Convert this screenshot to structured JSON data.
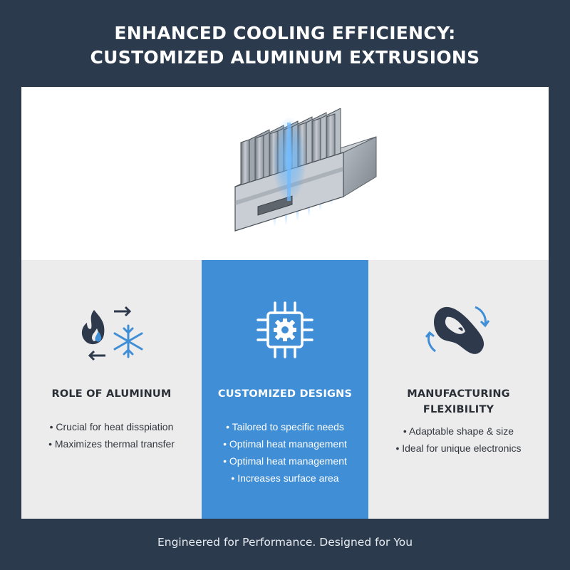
{
  "title": {
    "line1": "ENHANCED COOLING EFFICIENCY:",
    "line2": "CUSTOMIZED ALUMINUM EXTRUSIONS"
  },
  "columns": [
    {
      "heading_lines": [
        "ROLE OF ALUMINUM"
      ],
      "icon": "heat-transfer-icon",
      "bullets": [
        "Crucial for heat disspiation",
        "Maximizes thermal transfer"
      ]
    },
    {
      "heading_lines": [
        "CUSTOMIZED DESIGNS"
      ],
      "icon": "chip-gear-icon",
      "bullets": [
        "Tailored to specific needs",
        "Optimal heat management",
        "Optimal heat management",
        "Increases surface area"
      ]
    },
    {
      "heading_lines": [
        "MANUFACTURING",
        "FLEXIBILITY"
      ],
      "icon": "flexible-shape-icon",
      "bullets": [
        "Adaptable shape & size",
        "Ideal for unique electronics"
      ]
    }
  ],
  "footer": "Engineered for Performance. Designed for You",
  "colors": {
    "background": "#2b3a4d",
    "accent": "#3f8ed6",
    "panel_gray": "#ececed",
    "glow": "#3aa0ff"
  }
}
